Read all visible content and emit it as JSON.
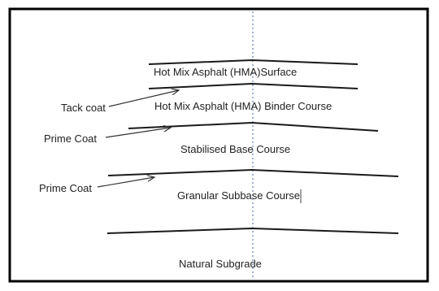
{
  "diagram": {
    "surface_label": "Hot Mix Asphalt (HMA)Surface",
    "binder_label": "Hot Mix Asphalt (HMA) Binder Course",
    "base_label": "Stabilised Base Course",
    "subbase_label": "Granular Subbase Course",
    "subgrade_label": "Natural Subgrade",
    "tack_coat_label": "Tack coat",
    "prime_coat_1_label": "Prime Coat",
    "prime_coat_2_label": "Prime Coat"
  },
  "colors": {
    "frame": "#000000",
    "layer_line": "#1a1a1a",
    "centerline": "#6c8fb8",
    "text": "#222222"
  }
}
